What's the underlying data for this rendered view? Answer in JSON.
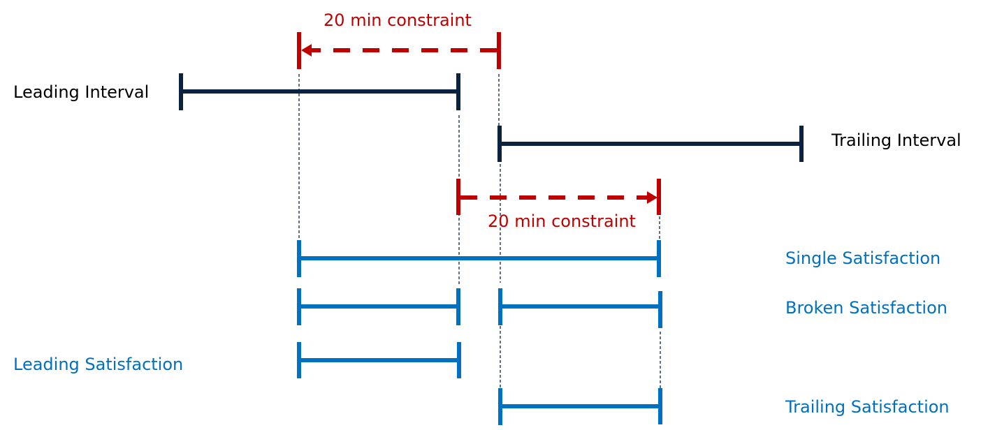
{
  "labels": {
    "constraint_top": "20 min constraint",
    "constraint_bottom": "20 min constraint",
    "leading_interval": "Leading Interval",
    "trailing_interval": "Trailing Interval",
    "single_satisfaction": "Single Satisfaction",
    "broken_satisfaction": "Broken Satisfaction",
    "leading_satisfaction": "Leading Satisfaction",
    "trailing_satisfaction": "Trailing Satisfaction"
  },
  "colors": {
    "constraint": "#C00000",
    "interval": "#0B2341",
    "satisfaction": "#0070C0"
  }
}
